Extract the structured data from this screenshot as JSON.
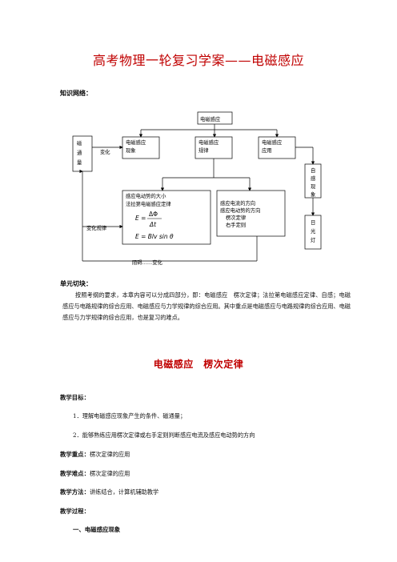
{
  "title": "高考物理一轮复习学案——电磁感应",
  "knowledge_label": "知识网络：",
  "diagram": {
    "top": "电磁感应",
    "flux_1": "磁",
    "flux_2": "通",
    "flux_3": "量",
    "change_label": "变化",
    "phenomenon_1": "电磁感应",
    "phenomenon_2": "现象",
    "law_1": "电磁感应",
    "law_2": "规律",
    "app_1": "电磁感应",
    "app_2": "应用",
    "self_1": "自",
    "self_2": "感",
    "self_3": "现",
    "self_4": "象",
    "lamp_1": "日",
    "lamp_2": "光",
    "lamp_3": "灯",
    "emf_line1": "感应电动势的大小",
    "emf_line2": "法拉第电磁感应定律",
    "eq1_lhs": "E =",
    "eq1_num": "ΔΦ",
    "eq1_den": "Δt",
    "eq2": "E = Blv sin θ",
    "dir_line1": "感应电流的方向",
    "dir_line2": "感应电动势的方向",
    "dir_line3": "楞次定律",
    "dir_line4": "右手定则",
    "change_rule": "变化规律",
    "obstruct": "阻碍……变化"
  },
  "unit_label": "单元切块：",
  "unit_para": "按照考纲的要求，本章内容可以分成四部分，即：电磁感应　楞次定律；法拉第电磁感应定律、自感；电磁感应与电路规律的综合应用、电磁感应与力学规律的综合应用。其中重点是电磁感应与电路规律的综合应用、电磁感应与力学规律的综合应用，也是复习的难点。",
  "lesson_title": "电磁感应　楞次定律",
  "goal_label": "教学目标：",
  "goal_1": "1．理解电磁感应现象产生的条件、磁通量；",
  "goal_2": "2．能够熟练应用楞次定律或右手定则判断感应电流及感应电动势的方向",
  "key_label": "教学重点：",
  "key_text": "楞次定律的应用",
  "hard_label": "教学难点：",
  "hard_text": "楞次定律的应用",
  "method_label": "教学方法：",
  "method_text": "讲练结合，计算机辅助教学",
  "process_label": "教学过程：",
  "section_1": "一、电磁感应现象"
}
